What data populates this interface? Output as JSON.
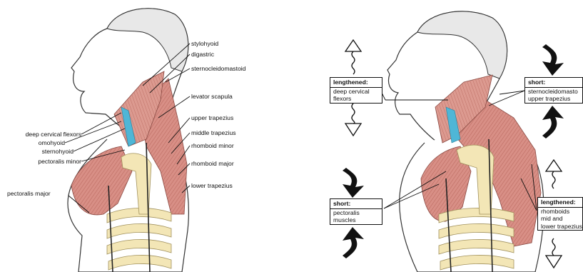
{
  "left_labels": {
    "stylohyoid": "stylohyoid",
    "digastric": "digastric",
    "sternocleidomastoid": "sternocleidomastoid",
    "levator_scapula": "levator scapula",
    "upper_trapezius": "upper trapezius",
    "middle_trapezius": "middle trapezius",
    "rhomboid_minor": "rhomboid minor",
    "rhomboid_major": "rhomboid major",
    "lower_trapezius": "lower trapezius",
    "deep_cervical_flexors": "deep cervical flexors",
    "omohyoid": "omohyoid",
    "sternohyoid": "sternohyoid",
    "pectoralis_minor": "pectoralis minor",
    "pectoralis_major": "pectoralis major"
  },
  "boxes": {
    "lengthened_neck": {
      "heading": "lengthened:",
      "lines": [
        "deep cervical",
        "flexors"
      ],
      "arrow_icons": [
        "outline-arrow-up-icon",
        "outline-arrow-down-icon"
      ]
    },
    "short_neck": {
      "heading": "short:",
      "lines": [
        "sternocleidomasto",
        "upper trapezius"
      ],
      "arrow_icons": [
        "solid-curved-arrow-down-icon",
        "solid-curved-arrow-up-icon"
      ]
    },
    "short_chest": {
      "heading": "short:",
      "lines": [
        "pectoralis",
        "muscles"
      ],
      "arrow_icons": [
        "solid-curved-arrow-down-icon",
        "solid-curved-arrow-up-icon"
      ]
    },
    "lengthened_back": {
      "heading": "lengthened:",
      "lines": [
        "rhomboids",
        "mid and",
        "lower trapezius"
      ],
      "arrow_icons": [
        "outline-arrow-up-icon",
        "outline-arrow-down-icon"
      ]
    }
  },
  "colors": {
    "muscle": "#d88f86",
    "muscle_fiber": "#b9675d",
    "deep_flexor": "#4fb6d6",
    "bone": "#f3e6b6",
    "outline": "#333333"
  }
}
